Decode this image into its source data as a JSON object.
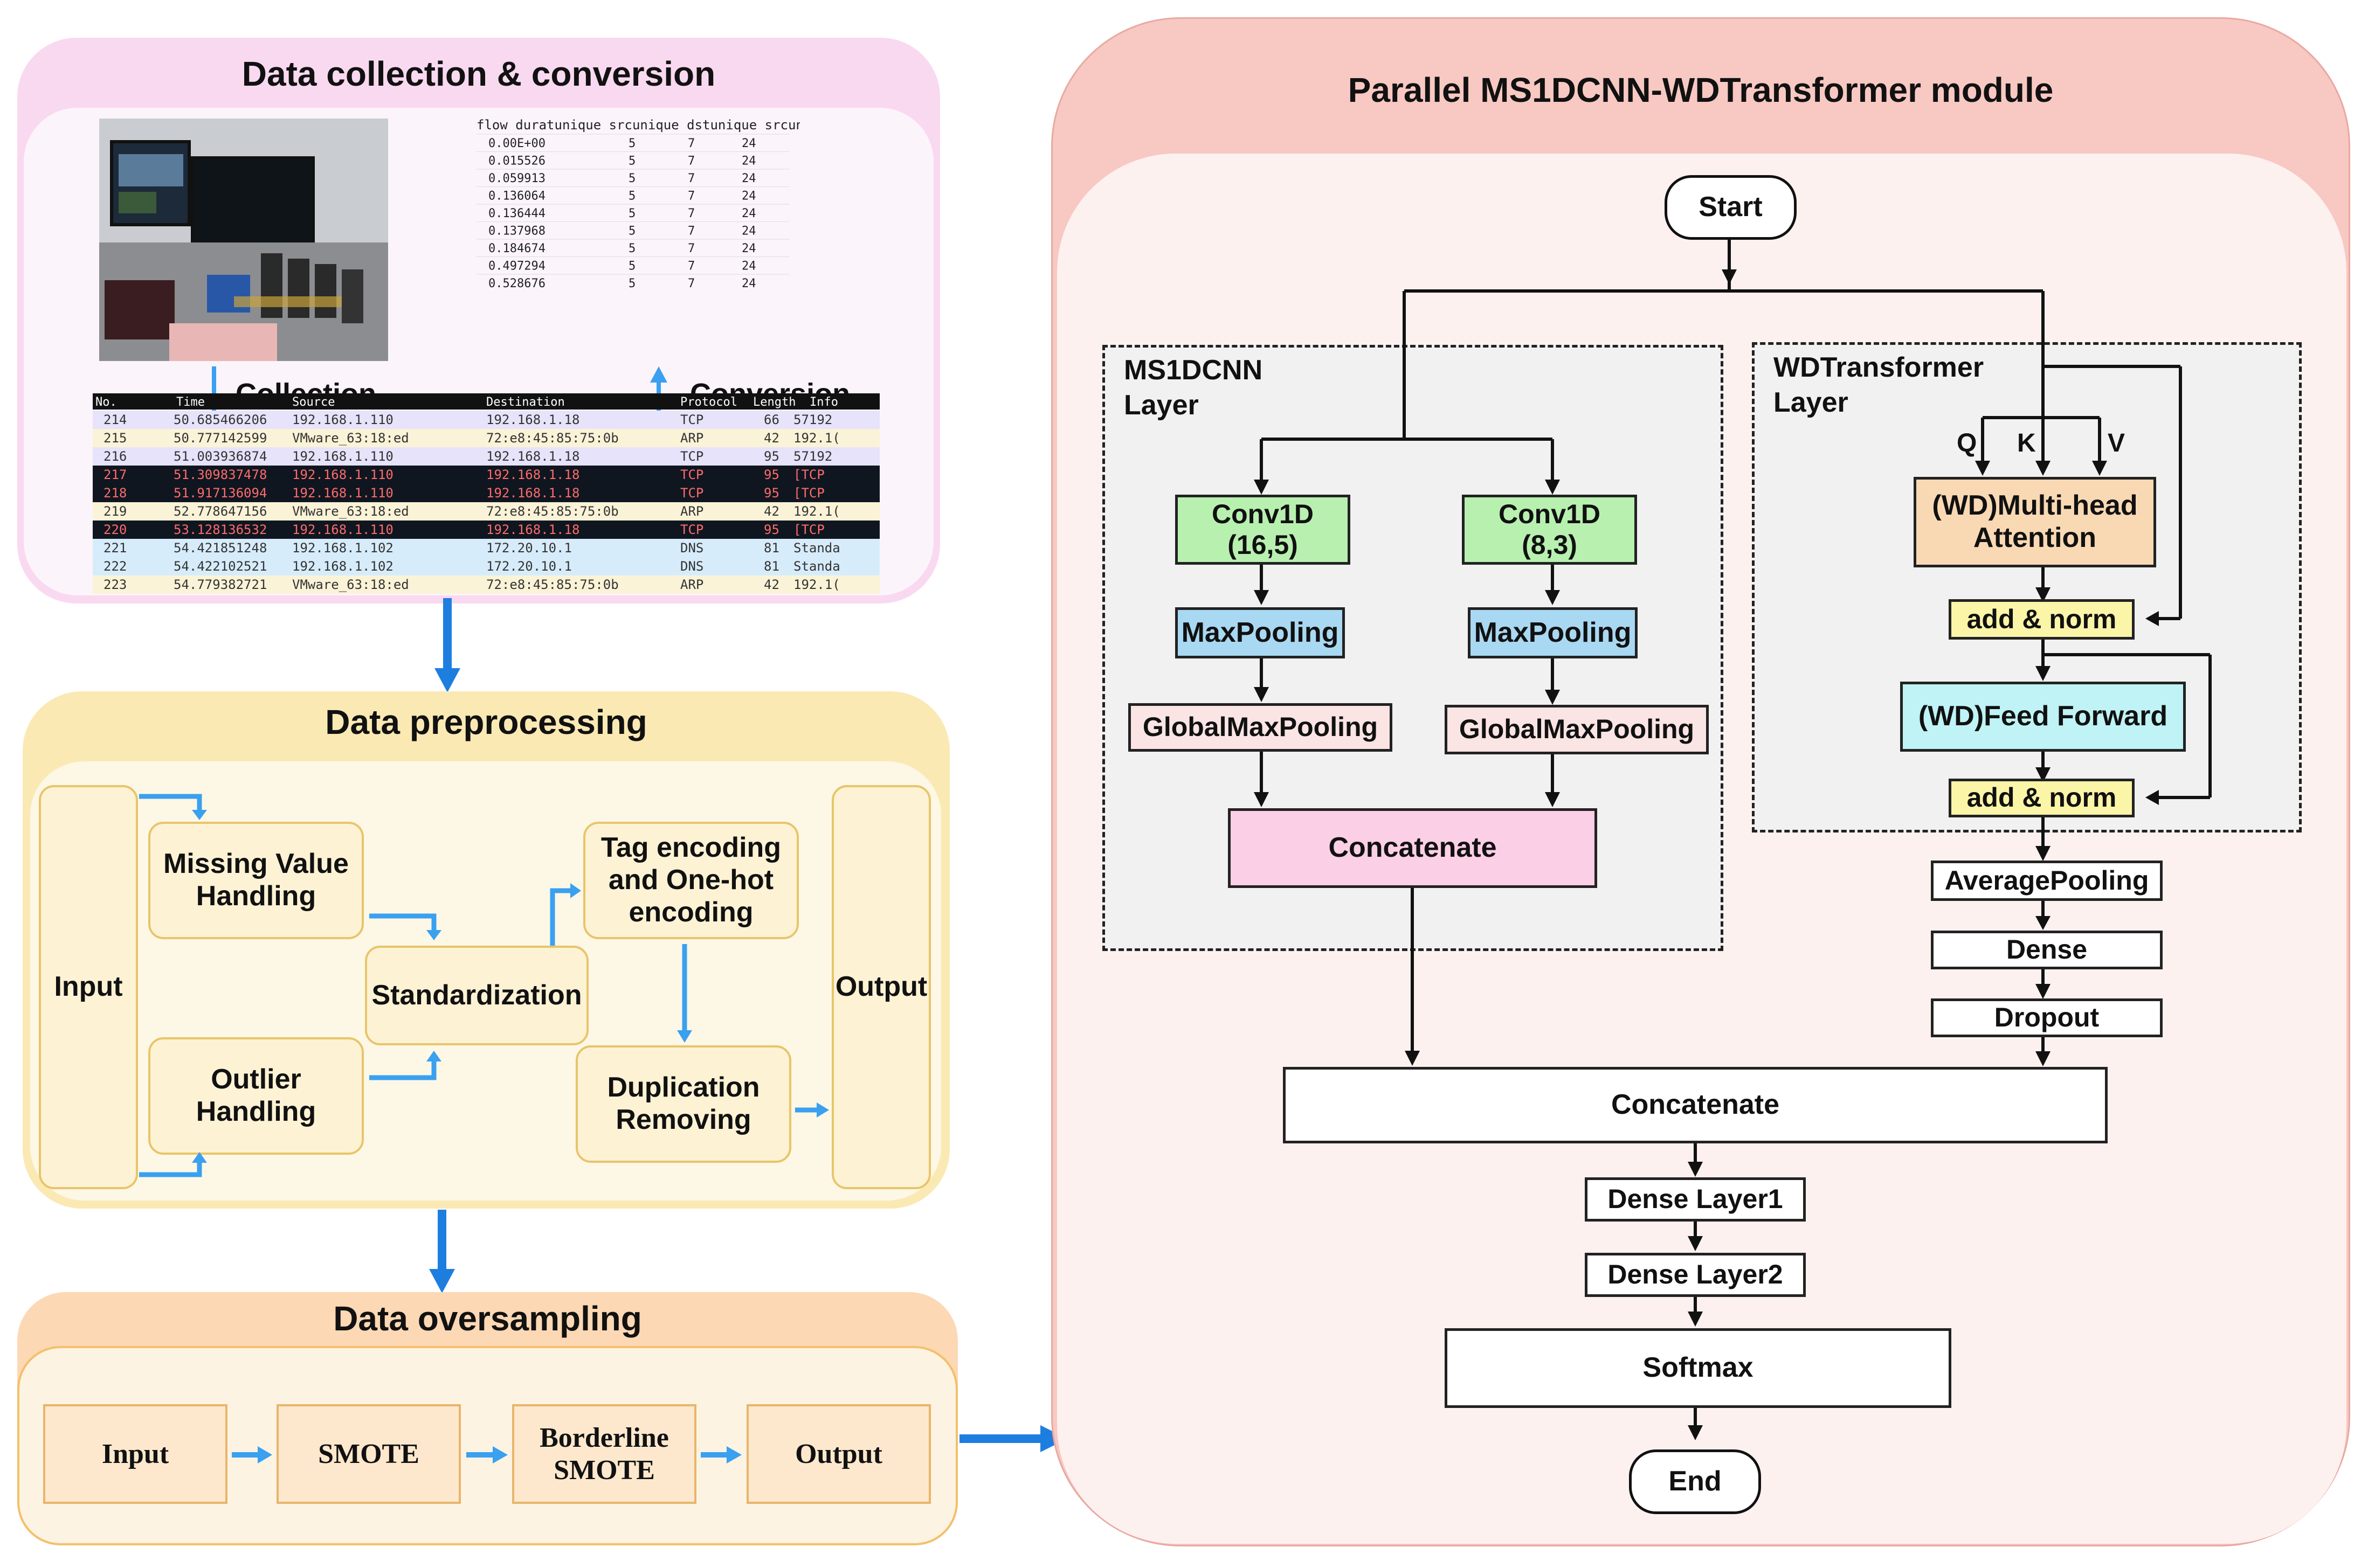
{
  "colors": {
    "pink_panel": "#f9d9f0",
    "yellow_panel": "#fbe9b4",
    "orange_panel": "#fcd8b4",
    "module_panel": "#f8c8c2",
    "conv_green": "#b8f0b0",
    "pool_blue": "#a9d8f2",
    "gmp_pink": "#fbe4e4",
    "concat_pink": "#fbcfe6",
    "attn_orange": "#f9d9b4",
    "norm_yellow": "#fbf5a8",
    "ff_cyan": "#bff3f5",
    "arrow_blue": "#1e7ee0"
  },
  "collection": {
    "title": "Data collection & conversion",
    "collection_label": "Collection",
    "conversion_label": "Conversion",
    "photo_icon": "lab-equipment-photo",
    "csv": {
      "header": "flow duratunique srcunique dstunique srcuni",
      "rows": [
        [
          "0.00E+00",
          "5",
          "7",
          "24"
        ],
        [
          "0.015526",
          "5",
          "7",
          "24"
        ],
        [
          "0.059913",
          "5",
          "7",
          "24"
        ],
        [
          "0.136064",
          "5",
          "7",
          "24"
        ],
        [
          "0.136444",
          "5",
          "7",
          "24"
        ],
        [
          "0.137968",
          "5",
          "7",
          "24"
        ],
        [
          "0.184674",
          "5",
          "7",
          "24"
        ],
        [
          "0.497294",
          "5",
          "7",
          "24"
        ],
        [
          "0.528676",
          "5",
          "7",
          "24"
        ]
      ]
    },
    "capture": {
      "headers": [
        "No.",
        "Time",
        "Source",
        "Destination",
        "Protocol",
        "Length",
        "Info"
      ],
      "rows": [
        {
          "no": "214",
          "time": "50.685466206",
          "src": "192.168.1.110",
          "dst": "192.168.1.18",
          "proto": "TCP",
          "len": "66",
          "info": "57192",
          "style": "lavender"
        },
        {
          "no": "215",
          "time": "50.777142599",
          "src": "VMware_63:18:ed",
          "dst": "72:e8:45:85:75:0b",
          "proto": "ARP",
          "len": "42",
          "info": "192.1(",
          "style": "cream"
        },
        {
          "no": "216",
          "time": "51.003936874",
          "src": "192.168.1.110",
          "dst": "192.168.1.18",
          "proto": "TCP",
          "len": "95",
          "info": "57192",
          "style": "lavender"
        },
        {
          "no": "217",
          "time": "51.309837478",
          "src": "192.168.1.110",
          "dst": "192.168.1.18",
          "proto": "TCP",
          "len": "95",
          "info": "[TCP",
          "style": "dark"
        },
        {
          "no": "218",
          "time": "51.917136094",
          "src": "192.168.1.110",
          "dst": "192.168.1.18",
          "proto": "TCP",
          "len": "95",
          "info": "[TCP",
          "style": "dark"
        },
        {
          "no": "219",
          "time": "52.778647156",
          "src": "VMware_63:18:ed",
          "dst": "72:e8:45:85:75:0b",
          "proto": "ARP",
          "len": "42",
          "info": "192.1(",
          "style": "cream"
        },
        {
          "no": "220",
          "time": "53.128136532",
          "src": "192.168.1.110",
          "dst": "192.168.1.18",
          "proto": "TCP",
          "len": "95",
          "info": "[TCP",
          "style": "dark"
        },
        {
          "no": "221",
          "time": "54.421851248",
          "src": "192.168.1.102",
          "dst": "172.20.10.1",
          "proto": "DNS",
          "len": "81",
          "info": "Standa",
          "style": "blue"
        },
        {
          "no": "222",
          "time": "54.422102521",
          "src": "192.168.1.102",
          "dst": "172.20.10.1",
          "proto": "DNS",
          "len": "81",
          "info": "Standa",
          "style": "blue"
        },
        {
          "no": "223",
          "time": "54.779382721",
          "src": "VMware_63:18:ed",
          "dst": "72:e8:45:85:75:0b",
          "proto": "ARP",
          "len": "42",
          "info": "192.1(",
          "style": "cream"
        }
      ]
    }
  },
  "preprocessing": {
    "title": "Data preprocessing",
    "input": "Input",
    "missing": "Missing Value Handling",
    "outlier": "Outlier Handling",
    "standardization": "Standardization",
    "tag_encoding": "Tag encoding and One-hot encoding",
    "duplication": "Duplication Removing",
    "output": "Output"
  },
  "oversampling": {
    "title": "Data oversampling",
    "input": "Input",
    "smote": "SMOTE",
    "borderline": "Borderline SMOTE",
    "output": "Output"
  },
  "module": {
    "title": "Parallel MS1DCNN-WDTransformer module",
    "start": "Start",
    "end": "End",
    "ms1dcnn_layer": "MS1DCNN Layer",
    "conv1": "Conv1D (16,5)",
    "conv2": "Conv1D (8,3)",
    "maxpool1": "MaxPooling",
    "maxpool2": "MaxPooling",
    "gmp1": "GlobalMaxPooling",
    "gmp2": "GlobalMaxPooling",
    "concat_cnn": "Concatenate",
    "wdt_layer": "WDTransformer Layer",
    "q": "Q",
    "k": "K",
    "v": "V",
    "attention": "(WD)Multi-head Attention",
    "addnorm1": "add & norm",
    "feedforward": "(WD)Feed Forward",
    "addnorm2": "add & norm",
    "avgpool": "AveragePooling",
    "dense": "Dense",
    "dropout": "Dropout",
    "concat_main": "Concatenate",
    "dense1": "Dense Layer1",
    "dense2": "Dense Layer2",
    "softmax": "Softmax"
  }
}
